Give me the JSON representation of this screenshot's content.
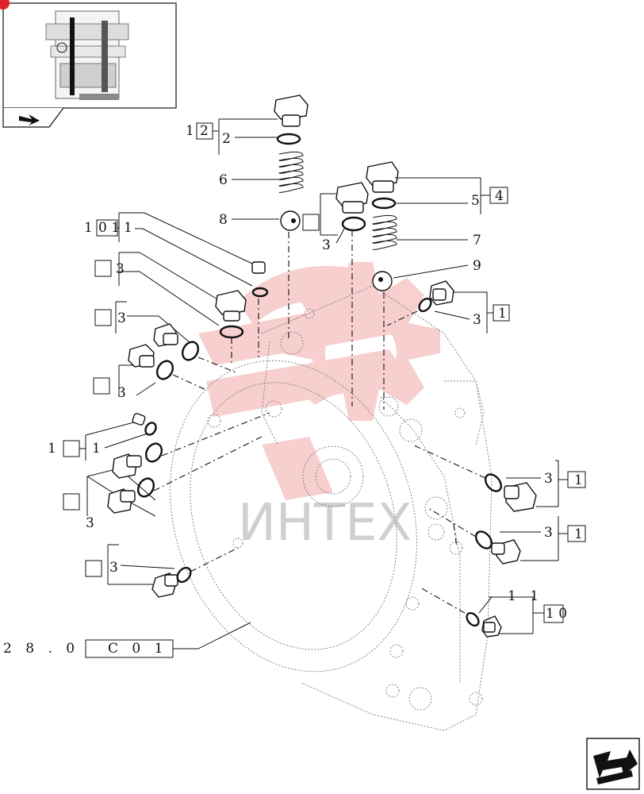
{
  "thumbnail": {
    "icon": "transmission-assembly-thumbnail-icon",
    "nav_icon": "folder-arrow-icon"
  },
  "watermark": {
    "text": "ИНТЕХ",
    "logo": "gear-logo-icon",
    "color": "#f3b8b8"
  },
  "reference": {
    "section": "2 8 . 0 /",
    "code": "C   0 1"
  },
  "callouts": {
    "c12": {
      "num": "1",
      "box": "2"
    },
    "c101": {
      "num": "1",
      "box": "0 1"
    },
    "c4": {
      "num": "5",
      "box": "4"
    },
    "c100": {
      "num": "1 0",
      "box": ""
    },
    "c110": {
      "num": "1 1",
      "box": "1 0"
    }
  },
  "labels": {
    "l2": "2",
    "l6": "6",
    "l8": "8",
    "l5": "5",
    "l7": "7",
    "l9": "9",
    "l3a": "3",
    "l1a": "1",
    "l3b": "3",
    "l3c": "3",
    "l3d": "3",
    "l3e": "3",
    "l1b": "1",
    "l3f": "3",
    "l3g": "3",
    "l3h": "3",
    "l3i": "3",
    "l3j": "3",
    "l1c": "1"
  },
  "boxes": {
    "b1a": "1",
    "b1b": "1",
    "b1c": "1",
    "bL1": "",
    "bL2": "",
    "bL3": "",
    "bL4": "",
    "bL5": "",
    "bL6": "",
    "bL7": ""
  }
}
